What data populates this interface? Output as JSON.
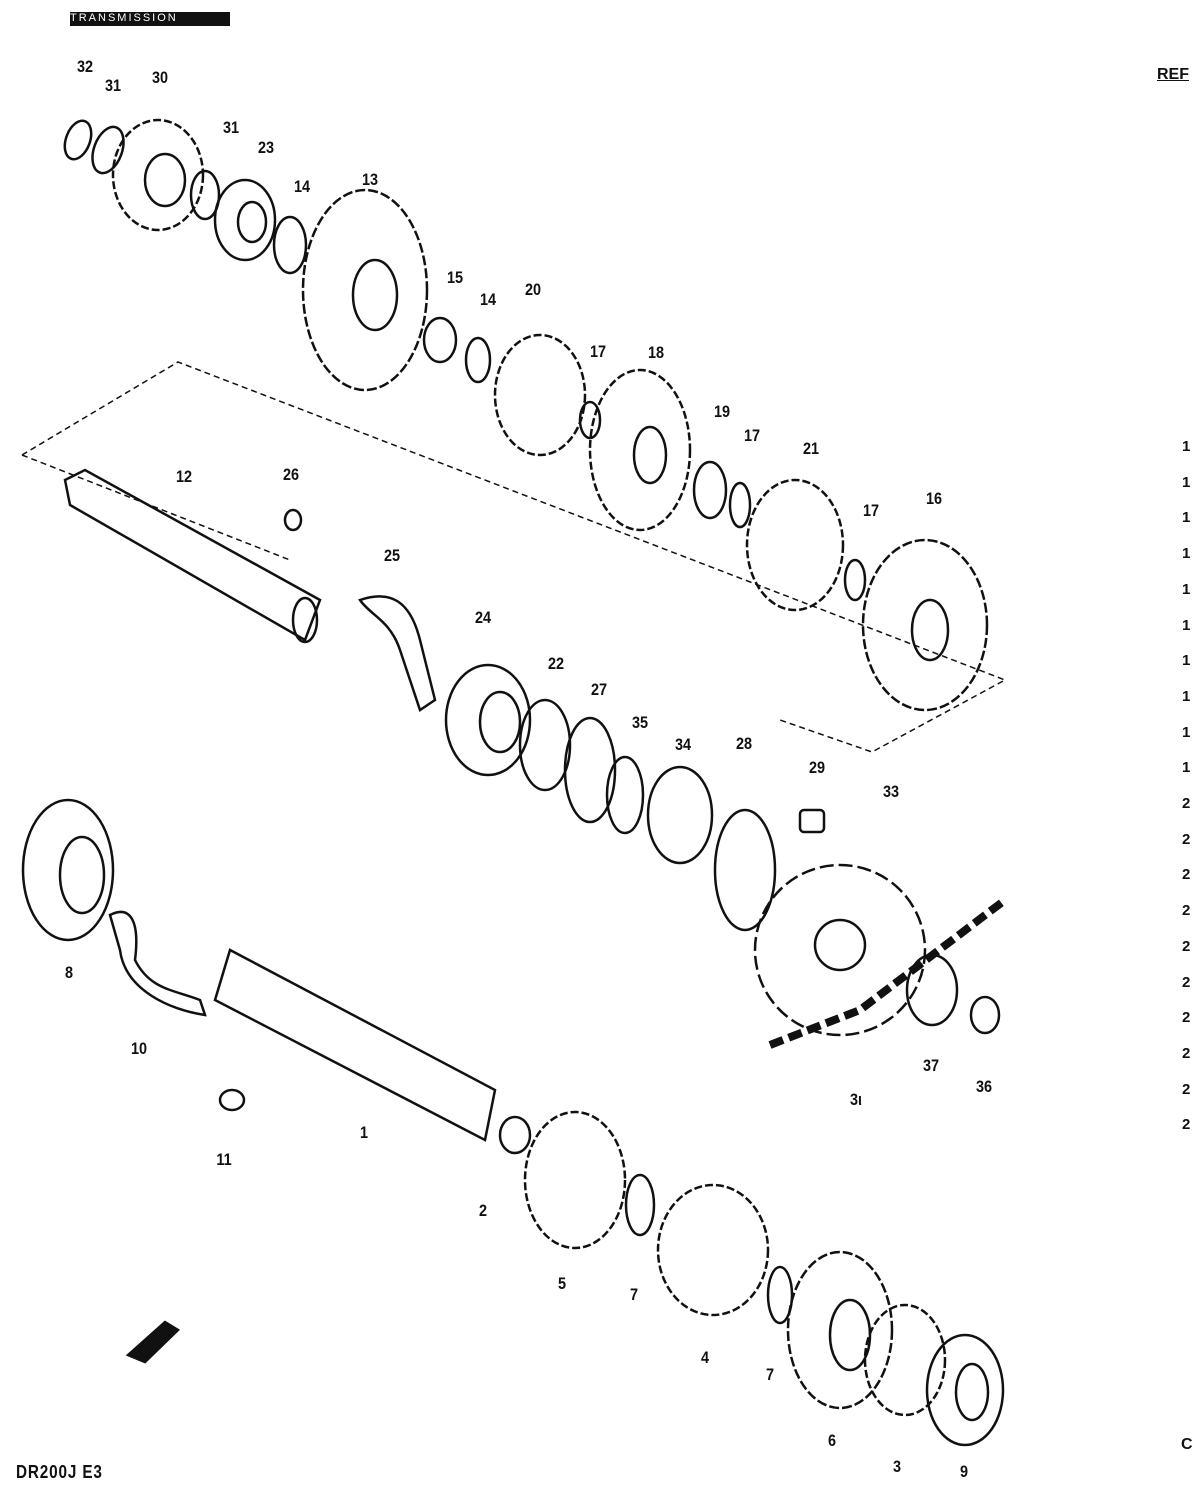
{
  "header": {
    "title": "TRANSMISSION"
  },
  "ref_column": {
    "heading": "REF",
    "rows": [
      "1",
      "1",
      "1",
      "1",
      "1",
      "1",
      "1",
      "1",
      "1",
      "1",
      "2",
      "2",
      "2",
      "2",
      "2",
      "2",
      "2",
      "2",
      "2",
      "2"
    ],
    "edge_char": "C"
  },
  "footer": {
    "model_code": "DR200J E3"
  },
  "callouts": [
    "32",
    "31",
    "30",
    "31",
    "23",
    "14",
    "13",
    "15",
    "14",
    "20",
    "17",
    "18",
    "19",
    "17",
    "21",
    "17",
    "16",
    "12",
    "26",
    "25",
    "24",
    "22",
    "27",
    "35",
    "34",
    "28",
    "29",
    "33",
    "8",
    "10",
    "11",
    "1",
    "2",
    "5",
    "7",
    "4",
    "7",
    "6",
    "3",
    "9",
    "37",
    "36",
    "3ι"
  ]
}
